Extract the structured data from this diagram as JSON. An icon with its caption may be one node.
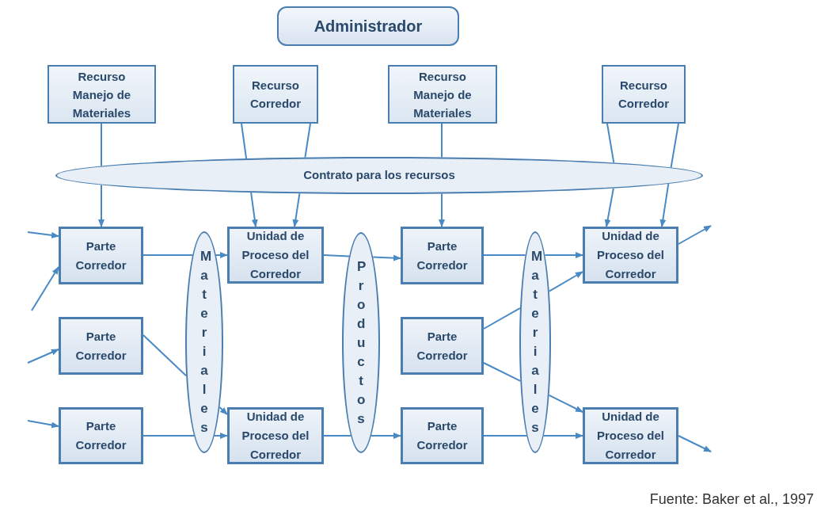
{
  "diagram": {
    "nodes": [
      {
        "text": [
          "Administrador"
        ]
      },
      {
        "text": [
          "Recurso Manejo de Materiales"
        ]
      },
      {
        "text": [
          "Recurso Corredor"
        ]
      },
      {
        "text": [
          "Recurso Manejo de Materiales"
        ]
      },
      {
        "text": [
          "Recurso Corredor"
        ]
      },
      {
        "text": [
          "Contrato para los recursos"
        ]
      },
      {
        "text": [
          "Parte Corredor"
        ]
      },
      {
        "text": [
          "Materiales"
        ]
      },
      {
        "text": [
          "Unidad de Proceso del Corredor"
        ]
      },
      {
        "text": [
          "Productos"
        ]
      },
      {
        "text": [
          "Parte Corredor"
        ]
      },
      {
        "text": [
          "Materiales"
        ]
      },
      {
        "text": [
          "Unidad de Proceso del Corredor"
        ]
      },
      {
        "text": [
          "Parte Corredor"
        ]
      },
      {
        "text": [
          "Parte Corredor"
        ]
      },
      {
        "text": [
          "Parte Corredor"
        ]
      },
      {
        "text": [
          "Unidad de Proceso del Corredor"
        ]
      },
      {
        "text": [
          "Parte Corredor"
        ]
      },
      {
        "text": [
          "Unidad de Proceso del Corredor"
        ]
      }
    ],
    "edges": [
      {
        "from": 1,
        "to": 5,
        "arrow": "none"
      },
      {
        "from": 5,
        "to": 6,
        "arrow": "to"
      },
      {
        "from": 2,
        "to": 5,
        "arrow": "none"
      },
      {
        "from": 5,
        "to": 8,
        "arrow": "to"
      },
      {
        "from": 2,
        "to": 5,
        "arrow": "none"
      },
      {
        "from": 5,
        "to": 8,
        "arrow": "to"
      },
      {
        "from": 3,
        "to": 5,
        "arrow": "none"
      },
      {
        "from": 5,
        "to": 10,
        "arrow": "to"
      },
      {
        "from": 4,
        "to": 5,
        "arrow": "none"
      },
      {
        "from": 5,
        "to": 12,
        "arrow": "to"
      },
      {
        "from": 4,
        "to": 5,
        "arrow": "none"
      },
      {
        "from": 5,
        "to": 12,
        "arrow": "to"
      },
      {
        "from": null,
        "to": 6,
        "arrow": "to"
      },
      {
        "from": null,
        "to": 6,
        "arrow": "to"
      },
      {
        "from": null,
        "to": 13,
        "arrow": "to"
      },
      {
        "from": null,
        "to": 15,
        "arrow": "to"
      },
      {
        "from": 6,
        "to": 7,
        "arrow": "none"
      },
      {
        "from": 7,
        "to": 8,
        "arrow": "to"
      },
      {
        "from": 13,
        "to": 7,
        "arrow": "none"
      },
      {
        "from": 7,
        "to": 16,
        "arrow": "to"
      },
      {
        "from": 15,
        "to": 7,
        "arrow": "none"
      },
      {
        "from": 7,
        "to": 16,
        "arrow": "to"
      },
      {
        "from": 8,
        "to": 9,
        "arrow": "none"
      },
      {
        "from": 9,
        "to": 10,
        "arrow": "to"
      },
      {
        "from": 16,
        "to": 9,
        "arrow": "none"
      },
      {
        "from": 9,
        "to": 17,
        "arrow": "to"
      },
      {
        "from": 10,
        "to": 11,
        "arrow": "none"
      },
      {
        "from": 11,
        "to": 12,
        "arrow": "to"
      },
      {
        "from": 14,
        "to": 11,
        "arrow": "none"
      },
      {
        "from": 11,
        "to": 12,
        "arrow": "to"
      },
      {
        "from": 14,
        "to": 11,
        "arrow": "none"
      },
      {
        "from": 11,
        "to": 18,
        "arrow": "to"
      },
      {
        "from": 17,
        "to": 11,
        "arrow": "none"
      },
      {
        "from": 11,
        "to": 18,
        "arrow": "to"
      },
      {
        "from": 12,
        "to": null,
        "arrow": "to"
      },
      {
        "from": 18,
        "to": null,
        "arrow": "to"
      }
    ],
    "labels": [
      "Fuente: Baker et al., 1997"
    ]
  }
}
